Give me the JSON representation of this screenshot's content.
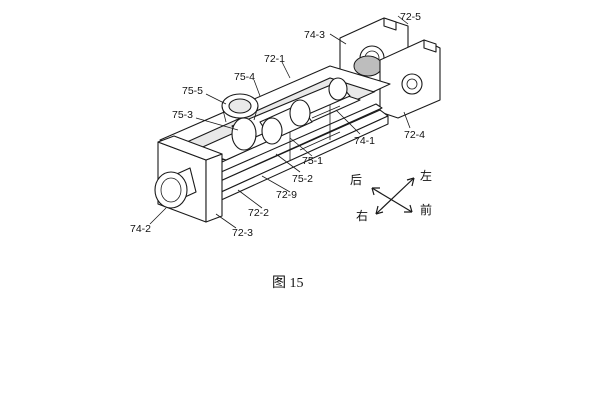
{
  "labels": {
    "l72_5": "72-5",
    "l74_3": "74-3",
    "l72_1": "72-1",
    "l75_4": "75-4",
    "l75_5": "75-5",
    "l75_3": "75-3",
    "l74_1": "74-1",
    "l72_4": "72-4",
    "l75_1": "75-1",
    "l75_2": "75-2",
    "l72_9": "72-9",
    "l72_2": "72-2",
    "l74_2": "74-2",
    "l72_3": "72-3"
  },
  "directions": {
    "back": "后",
    "left": "左",
    "right": "右",
    "front": "前"
  },
  "caption": "图 15"
}
